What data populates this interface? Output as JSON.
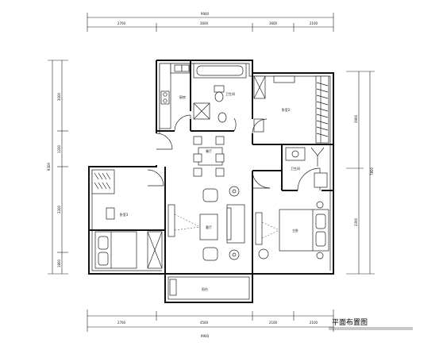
{
  "title": "平面布置图",
  "rooms": {
    "kitchen": "厨房",
    "bath": "卫生间",
    "bedroom_2": "卧室2",
    "dining": "餐厅",
    "bath_2": "卫生间",
    "bedroom_3": "卧室3",
    "living": "客厅",
    "master": "主卧",
    "balcony": "阳台"
  },
  "dims": {
    "top_total": "9900",
    "top_segs": [
      "2700",
      "3600",
      "3600",
      "2100"
    ],
    "bottom_segs": [
      "2700",
      "4500",
      "2100",
      "2100"
    ],
    "bottom_total": "9900",
    "left_segs": [
      "3000",
      "1200",
      "3300",
      "1800"
    ],
    "left_total": "9300",
    "right_segs": [
      "3900",
      "3300"
    ],
    "right_total": "7800"
  }
}
